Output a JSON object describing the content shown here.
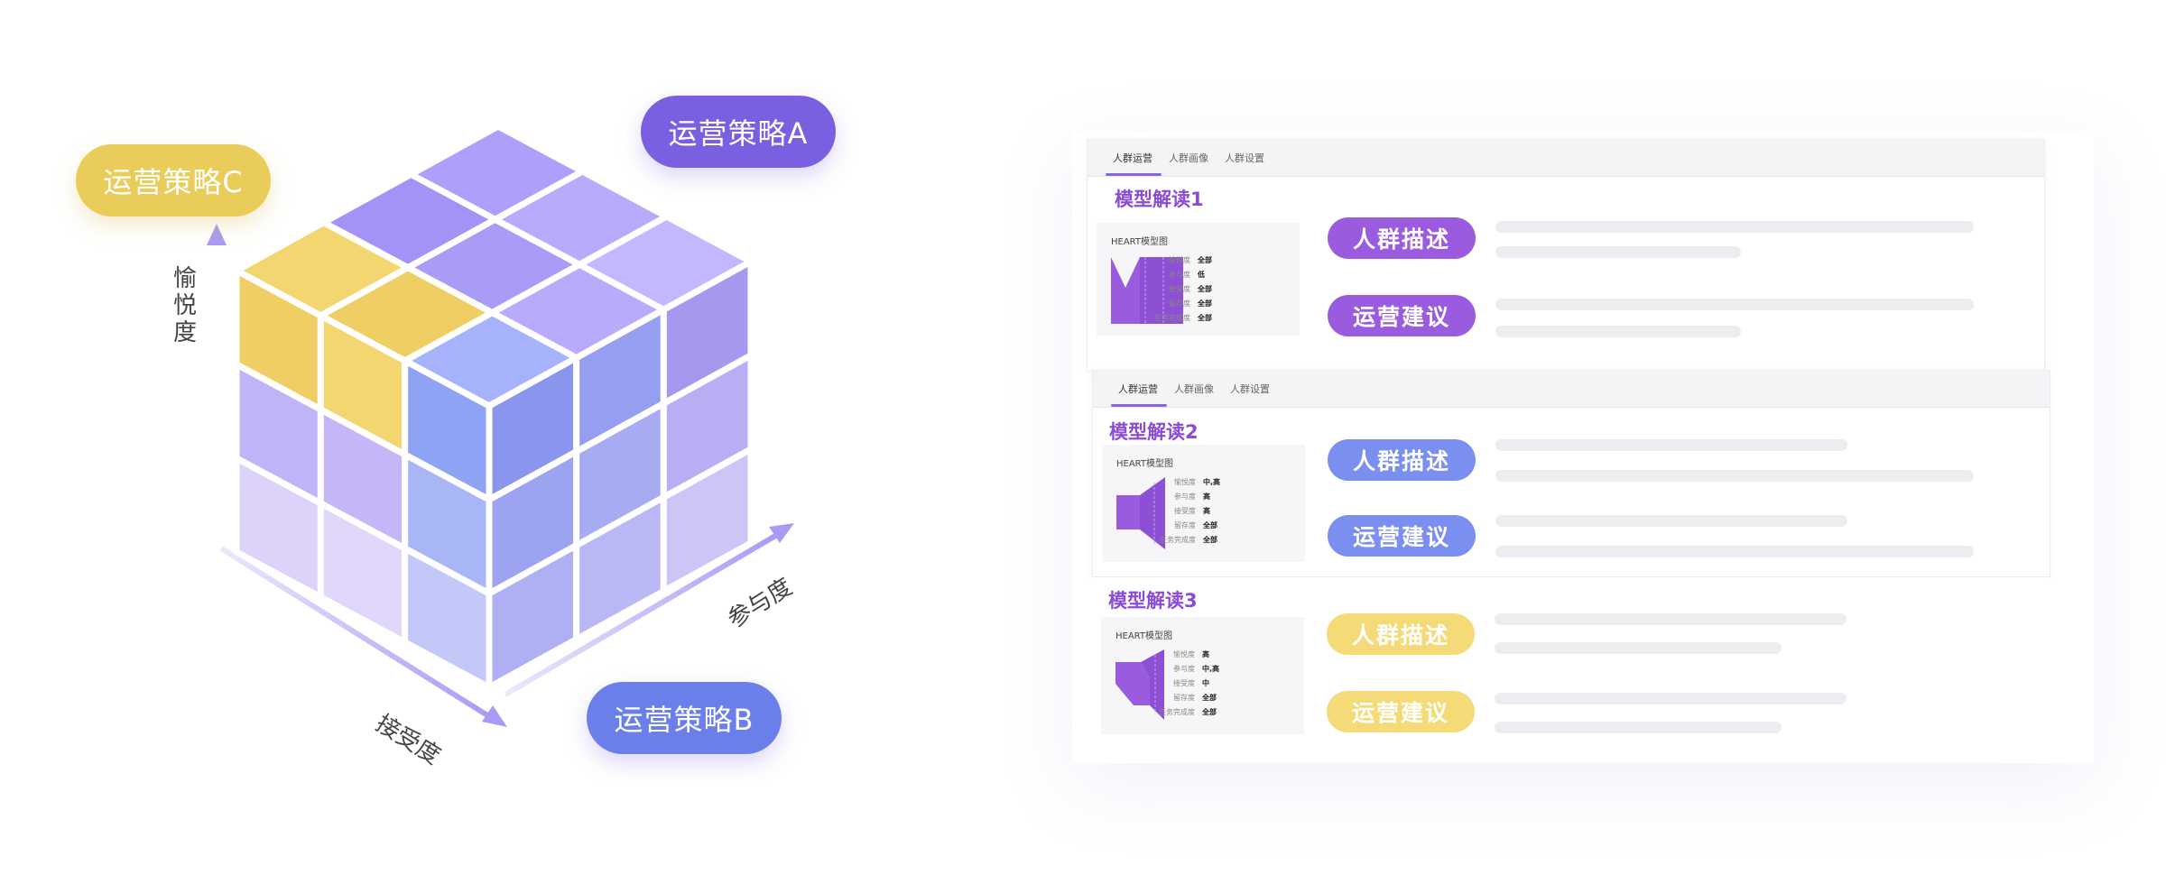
{
  "strategies": {
    "a": {
      "label": "运营策略A",
      "color": "#7a5fe0"
    },
    "b": {
      "label": "运营策略B",
      "color": "#6a7fea"
    },
    "c": {
      "label": "运营策略C",
      "color": "#e9cc5a"
    }
  },
  "axes": {
    "y": [
      "愉",
      "悦",
      "度"
    ],
    "x": "接受度",
    "z": "参与度"
  },
  "tabs": [
    "人群运营",
    "人群画像",
    "人群设置"
  ],
  "cards": [
    {
      "title": "模型解读1",
      "chart_title": "HEART模型图",
      "rows": [
        {
          "k": "愉悦度",
          "v": "全部"
        },
        {
          "k": "参与度",
          "v": "低"
        },
        {
          "k": "接受度",
          "v": "全部"
        },
        {
          "k": "留存度",
          "v": "全部"
        },
        {
          "k": "任务完成度",
          "v": "全部"
        }
      ],
      "desc_label": "人群描述",
      "suggest_label": "运营建议",
      "pill_color": "#9a5bde",
      "title_color": "#8a4cd8"
    },
    {
      "title": "模型解读2",
      "chart_title": "HEART模型图",
      "rows": [
        {
          "k": "愉悦度",
          "v": "中,高"
        },
        {
          "k": "参与度",
          "v": "高"
        },
        {
          "k": "接受度",
          "v": "高"
        },
        {
          "k": "留存度",
          "v": "全部"
        },
        {
          "k": "任务完成度",
          "v": "全部"
        }
      ],
      "desc_label": "人群描述",
      "suggest_label": "运营建议",
      "pill_color": "#7a8ff0",
      "title_color": "#8a4cd8"
    },
    {
      "title": "模型解读3",
      "chart_title": "HEART模型图",
      "rows": [
        {
          "k": "愉悦度",
          "v": "高"
        },
        {
          "k": "参与度",
          "v": "中,高"
        },
        {
          "k": "接受度",
          "v": "中"
        },
        {
          "k": "留存度",
          "v": "全部"
        },
        {
          "k": "任务完成度",
          "v": "全部"
        }
      ],
      "desc_label": "人群描述",
      "suggest_label": "运营建议",
      "pill_color": "#f4db78",
      "title_color": "#8a4cd8"
    }
  ]
}
